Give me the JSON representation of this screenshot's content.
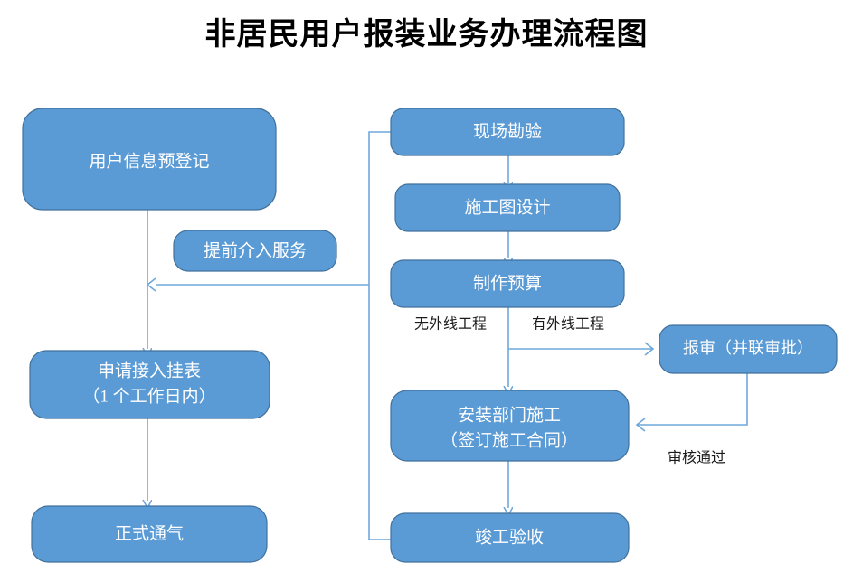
{
  "title": "非居民用户报装业务办理流程图",
  "theme": {
    "node_fill": "#5b9bd5",
    "node_stroke": "#41719c",
    "node_text": "#ffffff",
    "edge_color": "#6fa8dc",
    "label_color": "#1a1a1a",
    "background": "#ffffff"
  },
  "nodes": {
    "pre_register": "用户信息预登记",
    "early_service": "提前介入服务",
    "apply_meter_line1": "申请接入挂表",
    "apply_meter_line2": "（1 个工作日内）",
    "formal_gas": "正式通气",
    "site_survey": "现场勘验",
    "drawing_design": "施工图设计",
    "budget": "制作预算",
    "approval": "报审（并联审批）",
    "construction_line1": "安装部门施工",
    "construction_line2": "（签订施工合同）",
    "acceptance": "竣工验收"
  },
  "edge_labels": {
    "no_external": "无外线工程",
    "has_external": "有外线工程",
    "review_passed": "审核通过"
  }
}
